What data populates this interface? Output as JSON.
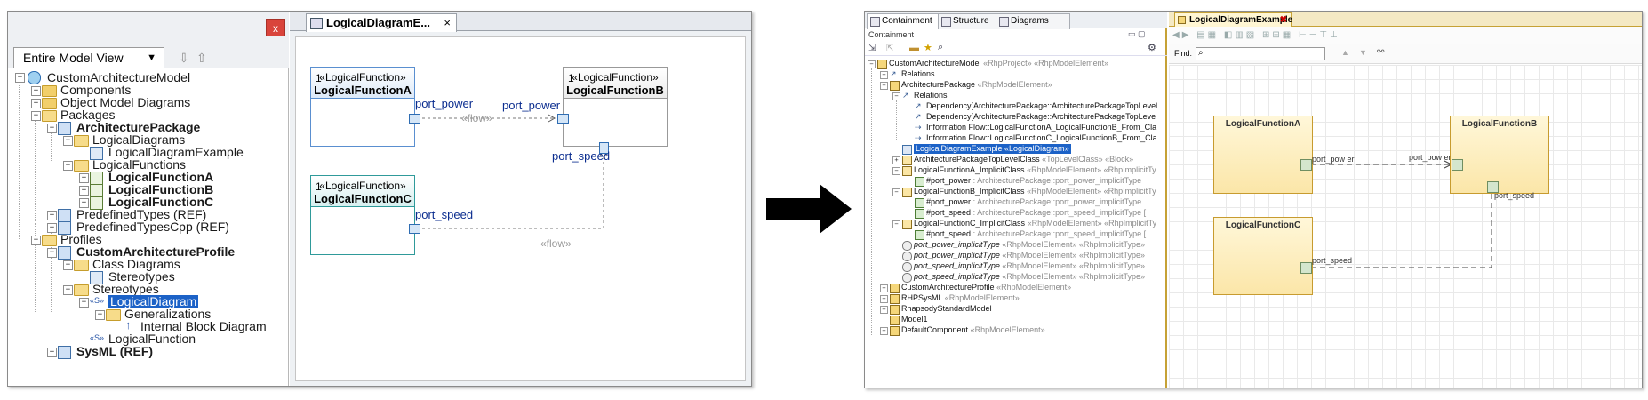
{
  "left": {
    "view_selector": "Entire Model View",
    "close_label": "x",
    "tree": [
      {
        "label": "CustomArchitectureModel",
        "bold": false
      },
      {
        "label": "Components",
        "bold": false
      },
      {
        "label": "Object Model Diagrams",
        "bold": false
      },
      {
        "label": "Packages",
        "bold": false
      },
      {
        "label": "ArchitecturePackage",
        "bold": true
      },
      {
        "label": "LogicalDiagrams",
        "bold": false
      },
      {
        "label": "LogicalDiagramExample",
        "bold": false
      },
      {
        "label": "LogicalFunctions",
        "bold": false
      },
      {
        "label": "LogicalFunctionA",
        "bold": true
      },
      {
        "label": "LogicalFunctionB",
        "bold": true
      },
      {
        "label": "LogicalFunctionC",
        "bold": true
      },
      {
        "label": "PredefinedTypes (REF)",
        "bold": false
      },
      {
        "label": "PredefinedTypesCpp (REF)",
        "bold": false
      },
      {
        "label": "Profiles",
        "bold": false
      },
      {
        "label": "CustomArchitectureProfile",
        "bold": true
      },
      {
        "label": "Class Diagrams",
        "bold": false
      },
      {
        "label": "Stereotypes",
        "bold": false
      },
      {
        "label": "Stereotypes",
        "bold": false
      },
      {
        "label": "LogicalDiagram",
        "bold": false
      },
      {
        "label": "Generalizations",
        "bold": false
      },
      {
        "label": "Internal Block Diagram",
        "bold": false
      },
      {
        "label": "LogicalFunction",
        "bold": false
      },
      {
        "label": "SysML (REF)",
        "bold": true
      }
    ],
    "stereo_tag": "«S»",
    "diagram_tab": "LogicalDiagramE...",
    "tab_close": "×",
    "boxes": [
      {
        "num": "1",
        "stereotype": "«LogicalFunction»",
        "name": "LogicalFunctionA"
      },
      {
        "num": "1",
        "stereotype": "«LogicalFunction»",
        "name": "LogicalFunctionB"
      },
      {
        "num": "1",
        "stereotype": "«LogicalFunction»",
        "name": "LogicalFunctionC"
      }
    ],
    "port_labels": [
      "port_power",
      "port_power",
      "port_speed",
      "port_speed"
    ],
    "flow_labels": [
      "«flow»",
      "«flow»"
    ]
  },
  "right": {
    "tabs": [
      "Containment",
      "Structure",
      "Diagrams"
    ],
    "panel_label": "Containment",
    "tree": [
      {
        "name": "CustomArchitectureModel",
        "meta": "«RhpProject» «RhpModelElement»"
      },
      {
        "name": "Relations",
        "meta": ""
      },
      {
        "name": "ArchitecturePackage",
        "meta": "«RhpModelElement»"
      },
      {
        "name": "Relations",
        "meta": ""
      },
      {
        "name": "Dependency[ArchitecturePackage::ArchitecturePackageTopLevel",
        "meta": ""
      },
      {
        "name": "Dependency[ArchitecturePackage::ArchitecturePackageTopLeve",
        "meta": ""
      },
      {
        "name": "Information Flow::LogicalFunctionA_LogicalFunctionB_From_Cla",
        "meta": ""
      },
      {
        "name": "Information Flow::LogicalFunctionC_LogicalFunctionB_From_Cla",
        "meta": ""
      },
      {
        "name": "LogicalDiagramExample «LogicalDiagram»",
        "meta": ""
      },
      {
        "name": "ArchitecturePackageTopLevelClass",
        "meta": "«TopLevelClass» «Block»"
      },
      {
        "name": "LogicalFunctionA_ImplicitClass",
        "meta": "«RhpModelElement» «RhpImplicitTy"
      },
      {
        "name": "#port_power",
        "meta": ": ArchitecturePackage::port_power_implicitType"
      },
      {
        "name": "LogicalFunctionB_ImplicitClass",
        "meta": "«RhpModelElement» «RhpImplicitTy"
      },
      {
        "name": "#port_power",
        "meta": ": ArchitecturePackage::port_power_implicitType"
      },
      {
        "name": "#port_speed",
        "meta": ": ArchitecturePackage::port_speed_implicitType ["
      },
      {
        "name": "LogicalFunctionC_ImplicitClass",
        "meta": "«RhpModelElement» «RhpImplicitTy"
      },
      {
        "name": "#port_speed",
        "meta": ": ArchitecturePackage::port_speed_implicitType ["
      },
      {
        "name": "port_power_implicitType",
        "meta": "«RhpModelElement» «RhpImplicitType»"
      },
      {
        "name": "port_power_implicitType",
        "meta": "«RhpModelElement» «RhpImplicitType»"
      },
      {
        "name": "port_speed_implicitType",
        "meta": "«RhpModelElement» «RhpImplicitType»"
      },
      {
        "name": "port_speed_implicitType",
        "meta": "«RhpModelElement» «RhpImplicitType»"
      },
      {
        "name": "CustomArchitectureProfile",
        "meta": "«RhpModelElement»"
      },
      {
        "name": "RHPSysML",
        "meta": "«RhpModelElement»"
      },
      {
        "name": "RhapsodyStandardModel",
        "meta": ""
      },
      {
        "name": "Model1",
        "meta": ""
      },
      {
        "name": "DefaultComponent",
        "meta": "«RhpModelElement»"
      }
    ],
    "diagram_tab": "LogicalDiagramExample",
    "tab_close": "✖",
    "find_label": "Find:",
    "boxes": [
      "LogicalFunctionA",
      "LogicalFunctionB",
      "LogicalFunctionC"
    ],
    "port_labels": [
      "port_pow er",
      "port_pow er",
      "port_speed",
      "port_speed"
    ]
  }
}
